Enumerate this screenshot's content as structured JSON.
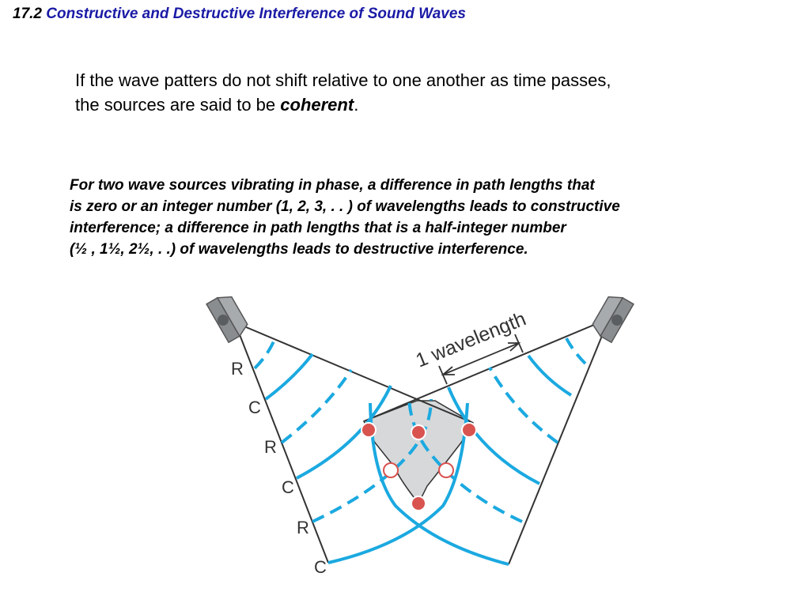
{
  "slide": {
    "title_number": "17.2",
    "title_text": "Constructive and Destructive Interference of Sound Waves",
    "para1_line1": "If the wave patters do not shift relative to one another as time passes,",
    "para1_line2_pre": "the sources are said to be ",
    "para1_emph": "coherent",
    "para1_line2_post": ".",
    "para2_lines": [
      "For two wave sources vibrating in phase, a difference in path lengths that",
      "is zero or an integer number (1, 2, 3, . . ) of wavelengths leads to constructive",
      "interference; a difference in path lengths that is a half-integer number",
      "(½ , 1½, 2½, . .) of wavelengths leads to destructive interference."
    ]
  },
  "figure": {
    "wavelength_label": "1 wavelength",
    "side_labels": [
      "R",
      "C",
      "R",
      "C",
      "R",
      "C"
    ],
    "colors": {
      "wave": "#1ba9e0",
      "constructive_dot": "#d9534f",
      "destructive_dot": "#ffffff",
      "overlap_region": "#d6d8da",
      "speaker": "#8a8d90",
      "outline": "#333333"
    },
    "icons": [
      "speaker-icon-left",
      "speaker-icon-right"
    ]
  }
}
